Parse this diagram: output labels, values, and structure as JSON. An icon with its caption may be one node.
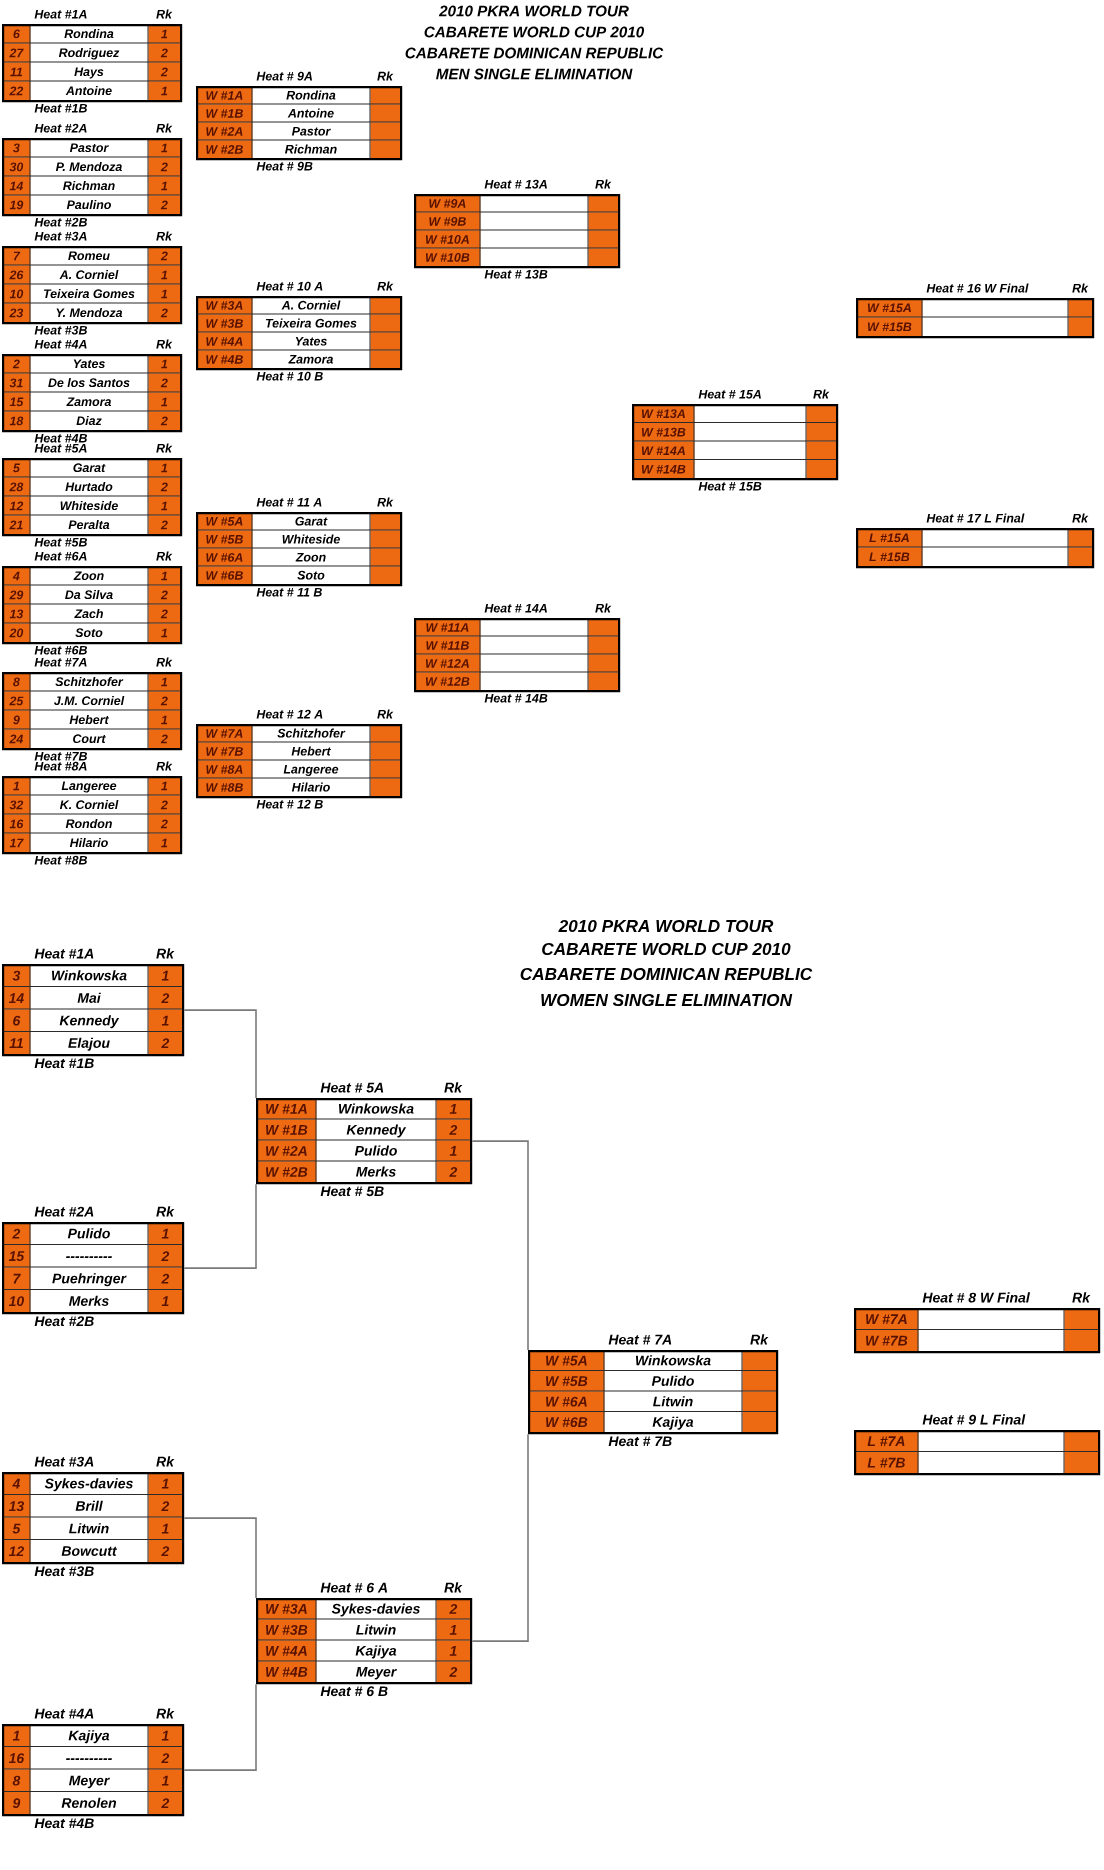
{
  "diagram": {
    "nodes": [
      {
        "text": [
          "Heat #1A",
          "Rk",
          "6",
          "Rondina",
          "1",
          "27",
          "Rodriguez",
          "2",
          "11",
          "Hays",
          "2",
          "22",
          "Antoine",
          "1",
          "Heat #1B"
        ]
      },
      {
        "text": [
          "Heat #2A",
          "Rk",
          "3",
          "Pastor",
          "1",
          "30",
          "P. Mendoza",
          "2",
          "14",
          "Richman",
          "1",
          "19",
          "Paulino",
          "2",
          "Heat #2B"
        ]
      },
      {
        "text": [
          "Heat #3A",
          "Rk",
          "7",
          "Romeu",
          "2",
          "26",
          "A. Corniel",
          "1",
          "10",
          "Teixeira Gomes",
          "1",
          "23",
          "Y. Mendoza",
          "2",
          "Heat #3B"
        ]
      },
      {
        "text": [
          "Heat #4A",
          "Rk",
          "2",
          "Yates",
          "1",
          "31",
          "De los Santos",
          "2",
          "15",
          "Zamora",
          "1",
          "18",
          "Diaz",
          "2",
          "Heat #4B"
        ]
      },
      {
        "text": [
          "Heat #5A",
          "Rk",
          "5",
          "Garat",
          "1",
          "28",
          "Hurtado",
          "2",
          "12",
          "Whiteside",
          "1",
          "21",
          "Peralta",
          "2",
          "Heat #5B"
        ]
      },
      {
        "text": [
          "Heat #6A",
          "Rk",
          "4",
          "Zoon",
          "1",
          "29",
          "Da Silva",
          "2",
          "13",
          "Zach",
          "2",
          "20",
          "Soto",
          "1",
          "Heat #6B"
        ]
      },
      {
        "text": [
          "Heat #7A",
          "Rk",
          "8",
          "Schitzhofer",
          "1",
          "25",
          "J.M. Corniel",
          "2",
          "9",
          "Hebert",
          "1",
          "24",
          "Court",
          "2",
          "Heat #7B"
        ]
      },
      {
        "text": [
          "Heat #8A",
          "Rk",
          "1",
          "Langeree",
          "1",
          "32",
          "K. Corniel",
          "2",
          "16",
          "Rondon",
          "2",
          "17",
          "Hilario",
          "1",
          "Heat #8B"
        ]
      },
      {
        "text": [
          "Heat # 9A",
          "Rk",
          "W #1A",
          "Rondina",
          "W #1B",
          "Antoine",
          "W #2A",
          "Pastor",
          "W #2B",
          "Richman",
          "Heat # 9B"
        ]
      },
      {
        "text": [
          "Heat # 10 A",
          "Rk",
          "W #3A",
          "A. Corniel",
          "W #3B",
          "Teixeira Gomes",
          "W #4A",
          "Yates",
          "W #4B",
          "Zamora",
          "Heat # 10 B"
        ]
      },
      {
        "text": [
          "Heat # 11 A",
          "Rk",
          "W #5A",
          "Garat",
          "W #5B",
          "Whiteside",
          "W #6A",
          "Zoon",
          "W #6B",
          "Soto",
          "Heat # 11 B"
        ]
      },
      {
        "text": [
          "Heat # 12 A",
          "Rk",
          "W #7A",
          "Schitzhofer",
          "W #7B",
          "Hebert",
          "W #8A",
          "Langeree",
          "W #8B",
          "Hilario",
          "Heat # 12 B"
        ]
      },
      {
        "text": [
          "Heat # 13A",
          "Rk",
          "W #9A",
          "W #9B",
          "W #10A",
          "W #10B",
          "Heat # 13B"
        ]
      },
      {
        "text": [
          "Heat # 14A",
          "Rk",
          "W #11A",
          "W #11B",
          "W #12A",
          "W #12B",
          "Heat # 14B"
        ]
      },
      {
        "text": [
          "Heat # 15A",
          "Rk",
          "W #13A",
          "W #13B",
          "W #14A",
          "W #14B",
          "Heat # 15B"
        ]
      },
      {
        "text": [
          "Heat # 16 W Final",
          "Rk",
          "W #15A",
          "W #15B"
        ]
      },
      {
        "text": [
          "Heat # 17 L Final",
          "Rk",
          "L #15A",
          "L #15B"
        ]
      },
      {
        "text": [
          "Heat #1A",
          "Rk",
          "3",
          "Winkowska",
          "1",
          "14",
          "Mai",
          "2",
          "6",
          "Kennedy",
          "1",
          "11",
          "Elajou",
          "2",
          "Heat #1B"
        ]
      },
      {
        "text": [
          "Heat #2A",
          "Rk",
          "2",
          "Pulido",
          "1",
          "15",
          "----------",
          "2",
          "7",
          "Puehringer",
          "2",
          "10",
          "Merks",
          "1",
          "Heat #2B"
        ]
      },
      {
        "text": [
          "Heat #3A",
          "Rk",
          "4",
          "Sykes-davies",
          "1",
          "13",
          "Brill",
          "2",
          "5",
          "Litwin",
          "1",
          "12",
          "Bowcutt",
          "2",
          "Heat #3B"
        ]
      },
      {
        "text": [
          "Heat #4A",
          "Rk",
          "1",
          "Kajiya",
          "1",
          "16",
          "----------",
          "2",
          "8",
          "Meyer",
          "1",
          "9",
          "Renolen",
          "2",
          "Heat #4B"
        ]
      },
      {
        "text": [
          "Heat # 5A",
          "Rk",
          "W #1A",
          "Winkowska",
          "1",
          "W #1B",
          "Kennedy",
          "2",
          "W #2A",
          "Pulido",
          "1",
          "W #2B",
          "Merks",
          "2",
          "Heat # 5B"
        ]
      },
      {
        "text": [
          "Heat # 6 A",
          "Rk",
          "W #3A",
          "Sykes-davies",
          "2",
          "W #3B",
          "Litwin",
          "1",
          "W #4A",
          "Kajiya",
          "1",
          "W #4B",
          "Meyer",
          "2",
          "Heat # 6 B"
        ]
      },
      {
        "text": [
          "Heat # 7A",
          "Rk",
          "W #5A",
          "Winkowska",
          "W #5B",
          "Pulido",
          "W #6A",
          "Litwin",
          "W #6B",
          "Kajiya",
          "Heat # 7B"
        ]
      },
      {
        "text": [
          "Heat # 8 W Final",
          "Rk",
          "W #7A",
          "W #7B"
        ]
      },
      {
        "text": [
          "Heat # 9 L Final",
          "L #7A",
          "L #7B"
        ]
      }
    ],
    "edges": [
      {
        "from": 17,
        "to": 21,
        "arrow": "none"
      },
      {
        "from": 18,
        "to": 21,
        "arrow": "none"
      },
      {
        "from": 19,
        "to": 22,
        "arrow": "none"
      },
      {
        "from": 20,
        "to": 22,
        "arrow": "none"
      },
      {
        "from": 21,
        "to": 23,
        "arrow": "none"
      },
      {
        "from": 22,
        "to": 23,
        "arrow": "none"
      }
    ],
    "labels": [
      "2010 PKRA WORLD TOUR",
      "CABARETE WORLD CUP 2010",
      "CABARETE DOMINICAN REPUBLIC",
      "MEN SINGLE ELIMINATION",
      "2010 PKRA WORLD TOUR",
      "CABARETE WORLD CUP 2010",
      "CABARETE DOMINICAN REPUBLIC",
      "WOMEN SINGLE ELIMINATION"
    ]
  }
}
